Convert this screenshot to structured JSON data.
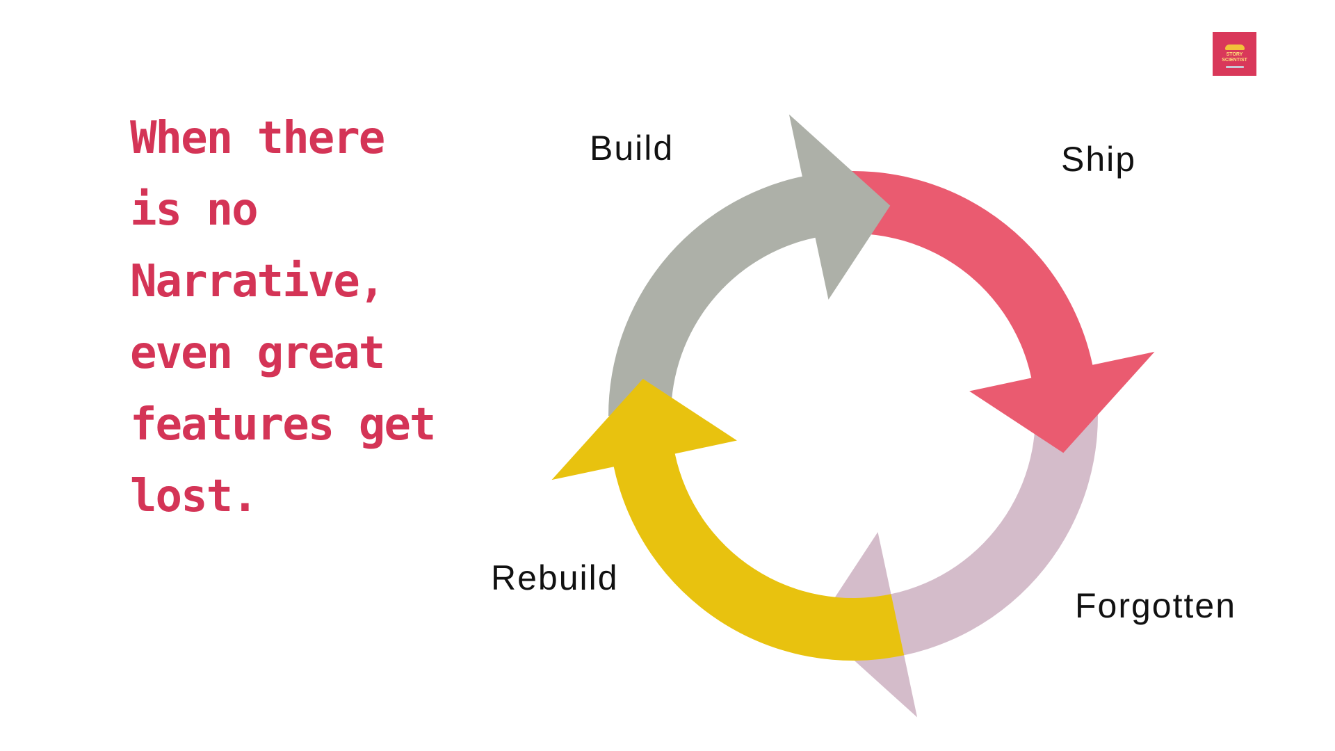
{
  "headline": {
    "lines": [
      "When there",
      "is no",
      "Narrative,",
      "even great",
      "features get",
      "lost."
    ]
  },
  "cycle": {
    "steps": [
      {
        "label": "Build",
        "color": "#adb0a8"
      },
      {
        "label": "Ship",
        "color": "#ea5b70"
      },
      {
        "label": "Forgotten",
        "color": "#d4bcca"
      },
      {
        "label": "Rebuild",
        "color": "#e8c20f"
      }
    ]
  },
  "logo": {
    "text_line1": "STORY",
    "text_line2": "SCIENTIST"
  },
  "colors": {
    "headline": "#d43456",
    "logo_bg": "#d9385a"
  }
}
